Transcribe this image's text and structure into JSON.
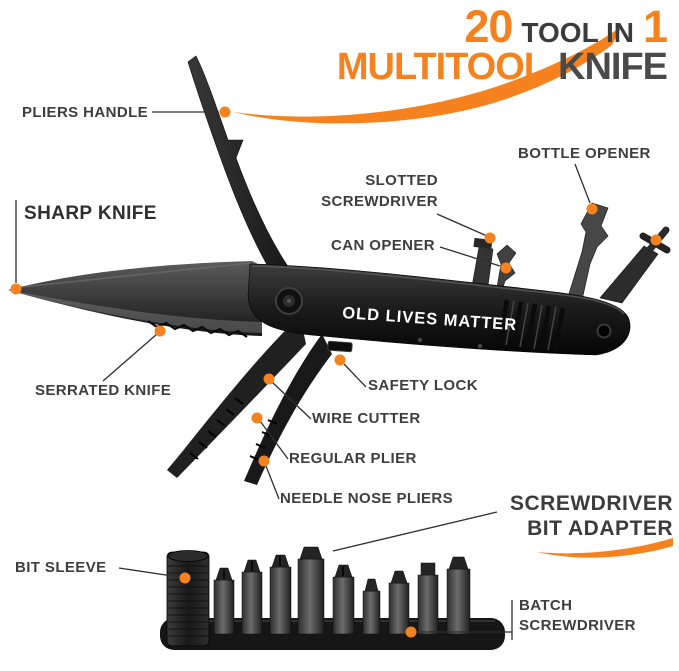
{
  "colors": {
    "accent": "#f5821f",
    "label_text": "#3e3e3e",
    "metal_dark": "#1a1a1a"
  },
  "header": {
    "count": "20",
    "tool_in": "TOOL IN",
    "one": "1",
    "title_word1": "MULTITOOL",
    "title_word2": "KNIFE"
  },
  "callouts": {
    "pliers_handle": "PLIERS HANDLE",
    "sharp_knife": "SHARP KNIFE",
    "slotted_screwdriver_line1": "SLOTTED",
    "slotted_screwdriver_line2": "SCREWDRIVER",
    "bottle_opener": "BOTTLE OPENER",
    "can_opener": "CAN OPENER",
    "serrated_knife": "SERRATED KNIFE",
    "safety_lock": "SAFETY LOCK",
    "wire_cutter": "WIRE CUTTER",
    "regular_plier": "REGULAR PLIER",
    "needle_nose_pliers": "NEEDLE NOSE PLIERS",
    "screwdriver_bit_adapter_line1": "SCREWDRIVER",
    "screwdriver_bit_adapter_line2": "BIT ADAPTER",
    "bit_sleeve": "BIT SLEEVE",
    "batch_screwdriver_line1": "BATCH",
    "batch_screwdriver_line2": "SCREWDRIVER"
  },
  "product": {
    "engraving": "OLD LIVES MATTER"
  }
}
